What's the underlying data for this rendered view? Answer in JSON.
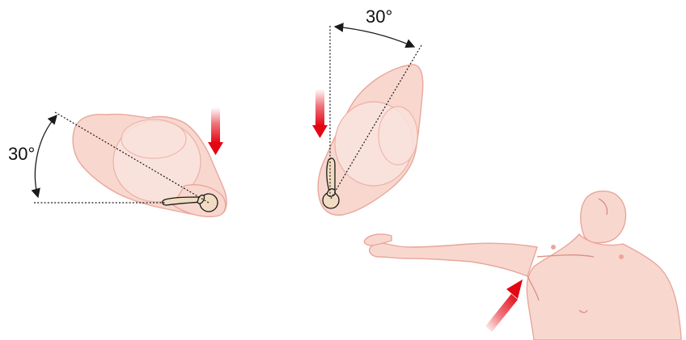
{
  "figure": {
    "labels": {
      "left_angle": "30°",
      "top_angle": "30°"
    },
    "colors": {
      "skin": "#f8d7cf",
      "skin_outline": "#e9a79a",
      "bone": "#f1dcc2",
      "line": "#1a1a1a",
      "arrow": "#e30613"
    },
    "panels": [
      {
        "name": "left-view-shoulder",
        "angle_deg": 30
      },
      {
        "name": "top-view-shoulder",
        "angle_deg": 30
      },
      {
        "name": "patient-torso-abducted-arm"
      }
    ]
  }
}
